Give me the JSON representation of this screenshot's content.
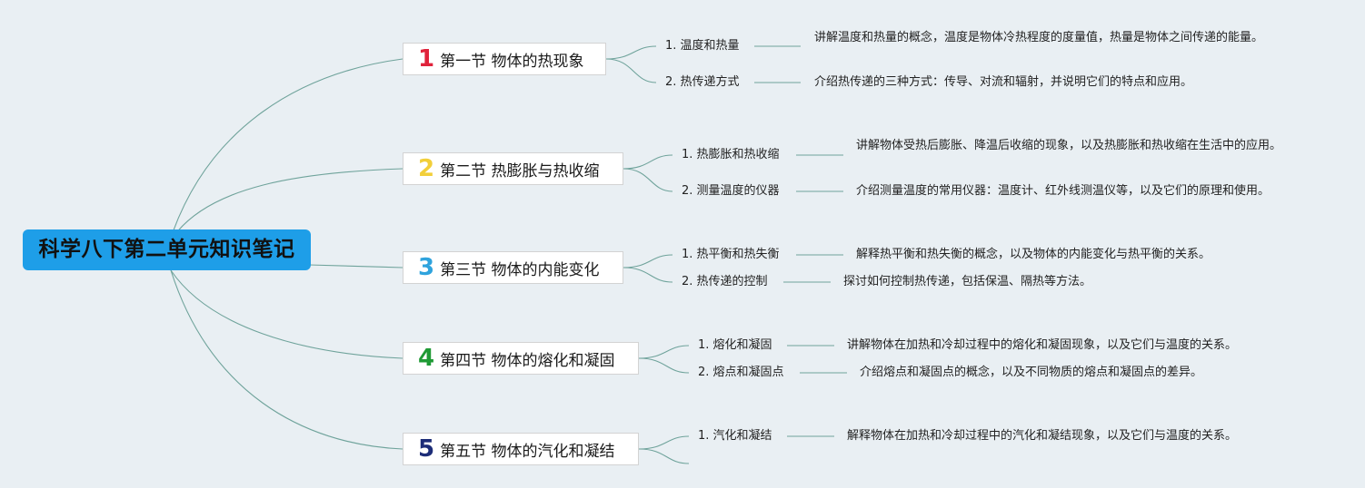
{
  "root": {
    "title": "科学八下第二单元知识笔记"
  },
  "line_color": "#6fa39b",
  "sections": [
    {
      "num": "1",
      "num_color": "#e0233b",
      "label": "第一节 物体的热现象",
      "items": [
        {
          "label": "1. 温度和热量",
          "desc": "讲解温度和热量的概念，温度是物体冷热程度的度量值，热量是物体之间传递的能量。"
        },
        {
          "label": "2. 热传递方式",
          "desc": "介绍热传递的三种方式：传导、对流和辐射，并说明它们的特点和应用。"
        }
      ]
    },
    {
      "num": "2",
      "num_color": "#f2cf3a",
      "label": "第二节 热膨胀与热收缩",
      "items": [
        {
          "label": "1. 热膨胀和热收缩",
          "desc": "讲解物体受热后膨胀、降温后收缩的现象，以及热膨胀和热收缩在生活中的应用。"
        },
        {
          "label": "2. 测量温度的仪器",
          "desc": "介绍测量温度的常用仪器：温度计、红外线测温仪等，以及它们的原理和使用。"
        }
      ]
    },
    {
      "num": "3",
      "num_color": "#2fa3dd",
      "label": "第三节 物体的内能变化",
      "items": [
        {
          "label": "1. 热平衡和热失衡",
          "desc": "解释热平衡和热失衡的概念，以及物体的内能变化与热平衡的关系。"
        },
        {
          "label": "2. 热传递的控制",
          "desc": "探讨如何控制热传递，包括保温、隔热等方法。"
        }
      ]
    },
    {
      "num": "4",
      "num_color": "#1f9a35",
      "label": "第四节 物体的熔化和凝固",
      "items": [
        {
          "label": "1. 熔化和凝固",
          "desc": "讲解物体在加热和冷却过程中的熔化和凝固现象，以及它们与温度的关系。"
        },
        {
          "label": "2. 熔点和凝固点",
          "desc": "介绍熔点和凝固点的概念，以及不同物质的熔点和凝固点的差异。"
        }
      ]
    },
    {
      "num": "5",
      "num_color": "#1d2d78",
      "label": "第五节 物体的汽化和凝结",
      "items": [
        {
          "label": "1. 汽化和凝结",
          "desc": "解释物体在加热和冷却过程中的汽化和凝结现象，以及它们与温度的关系。"
        },
        {
          "label": "",
          "desc": ""
        }
      ]
    }
  ]
}
